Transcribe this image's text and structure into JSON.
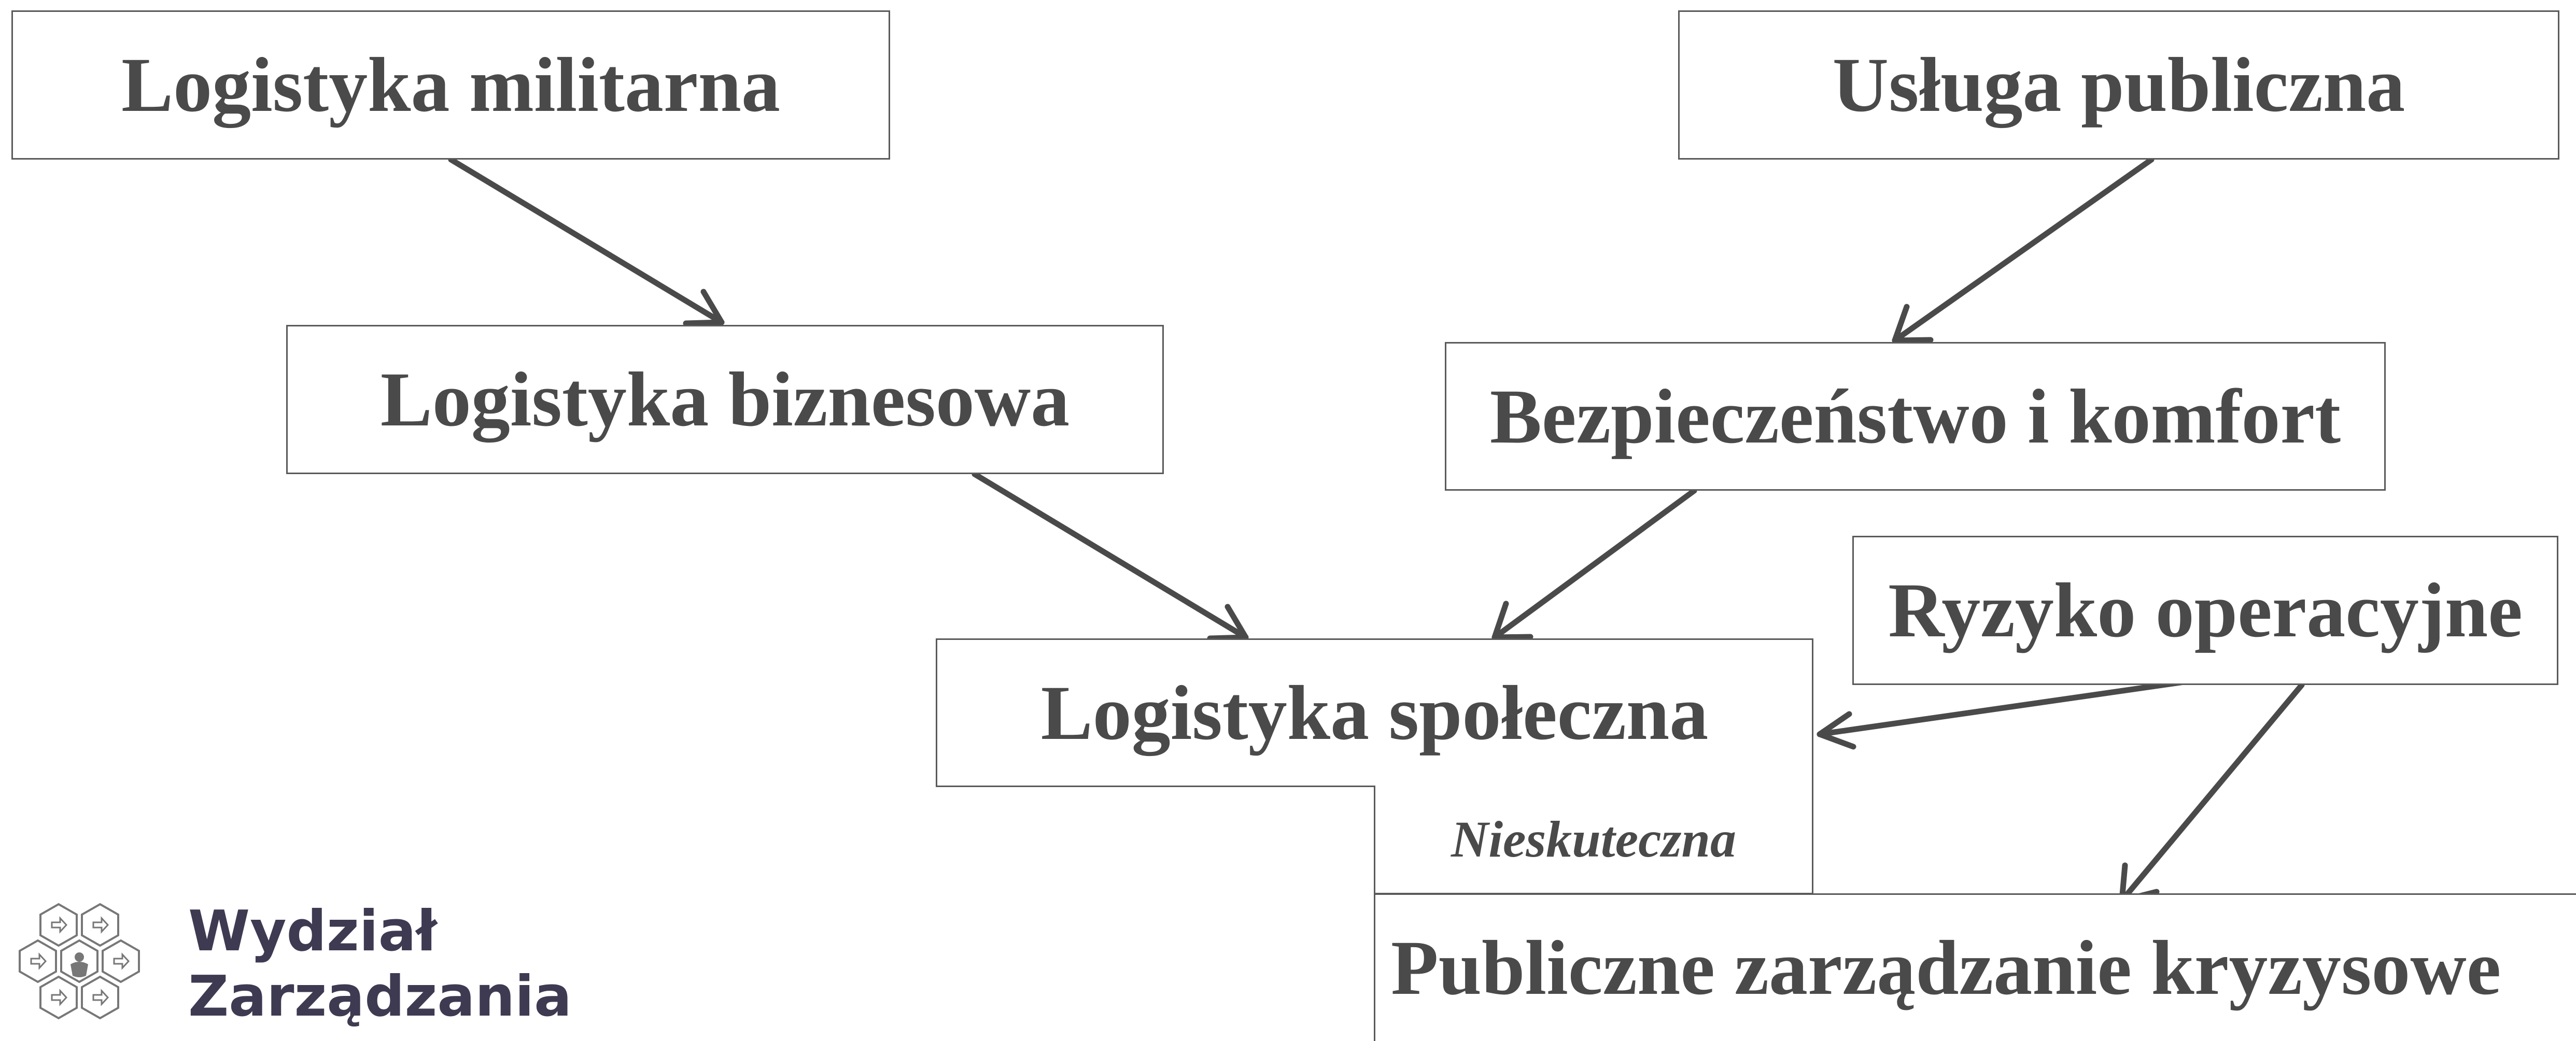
{
  "nodes": {
    "logistyka_militarna": "Logistyka militarna",
    "usluga_publiczna": "Usługa publiczna",
    "logistyka_biznesowa": "Logistyka biznesowa",
    "bezpieczenstwo_komfort": "Bezpieczeństwo i komfort",
    "ryzyko_operacyjne": "Ryzyko operacyjne",
    "logistyka_spoleczna": "Logistyka społeczna",
    "nieskuteczna": "Nieskuteczna",
    "publiczne_zarzadzanie": "Publiczne zarządzanie kryzysowe"
  },
  "edges": [
    {
      "from": "Logistyka militarna",
      "to": "Logistyka biznesowa"
    },
    {
      "from": "Logistyka biznesowa",
      "to": "Logistyka społeczna"
    },
    {
      "from": "Usługa publiczna",
      "to": "Bezpieczeństwo i komfort"
    },
    {
      "from": "Bezpieczeństwo i komfort",
      "to": "Logistyka społeczna"
    },
    {
      "from": "Ryzyko operacyjne",
      "to": "Logistyka społeczna"
    },
    {
      "from": "Ryzyko operacyjne",
      "to": "Publiczne zarządzanie kryzysowe"
    }
  ],
  "logo": {
    "line1": "Wydział",
    "line2": "Zarządzania"
  },
  "colors": {
    "text": "#4a4a4a",
    "border": "#5a5a5a",
    "arrow": "#4a4a4a",
    "logo_text": "#3d3a52",
    "logo_mark": "#777777"
  }
}
